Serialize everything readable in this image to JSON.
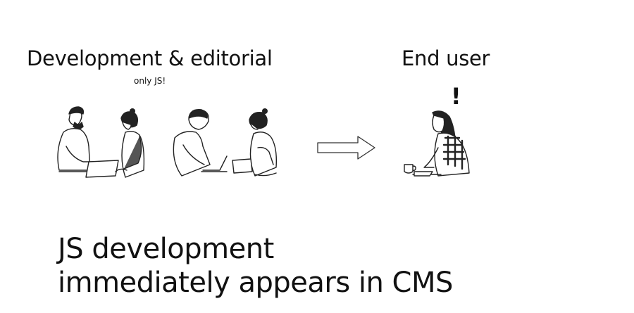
{
  "teams": {
    "left_heading": "Development  & editorial",
    "left_note": "only JS!",
    "right_heading": "End user",
    "right_mark": "!"
  },
  "caption": {
    "line1": "JS development",
    "line2": "immediately appears in CMS"
  },
  "icons": {
    "flow_arrow": "right-arrow-outline-icon"
  }
}
